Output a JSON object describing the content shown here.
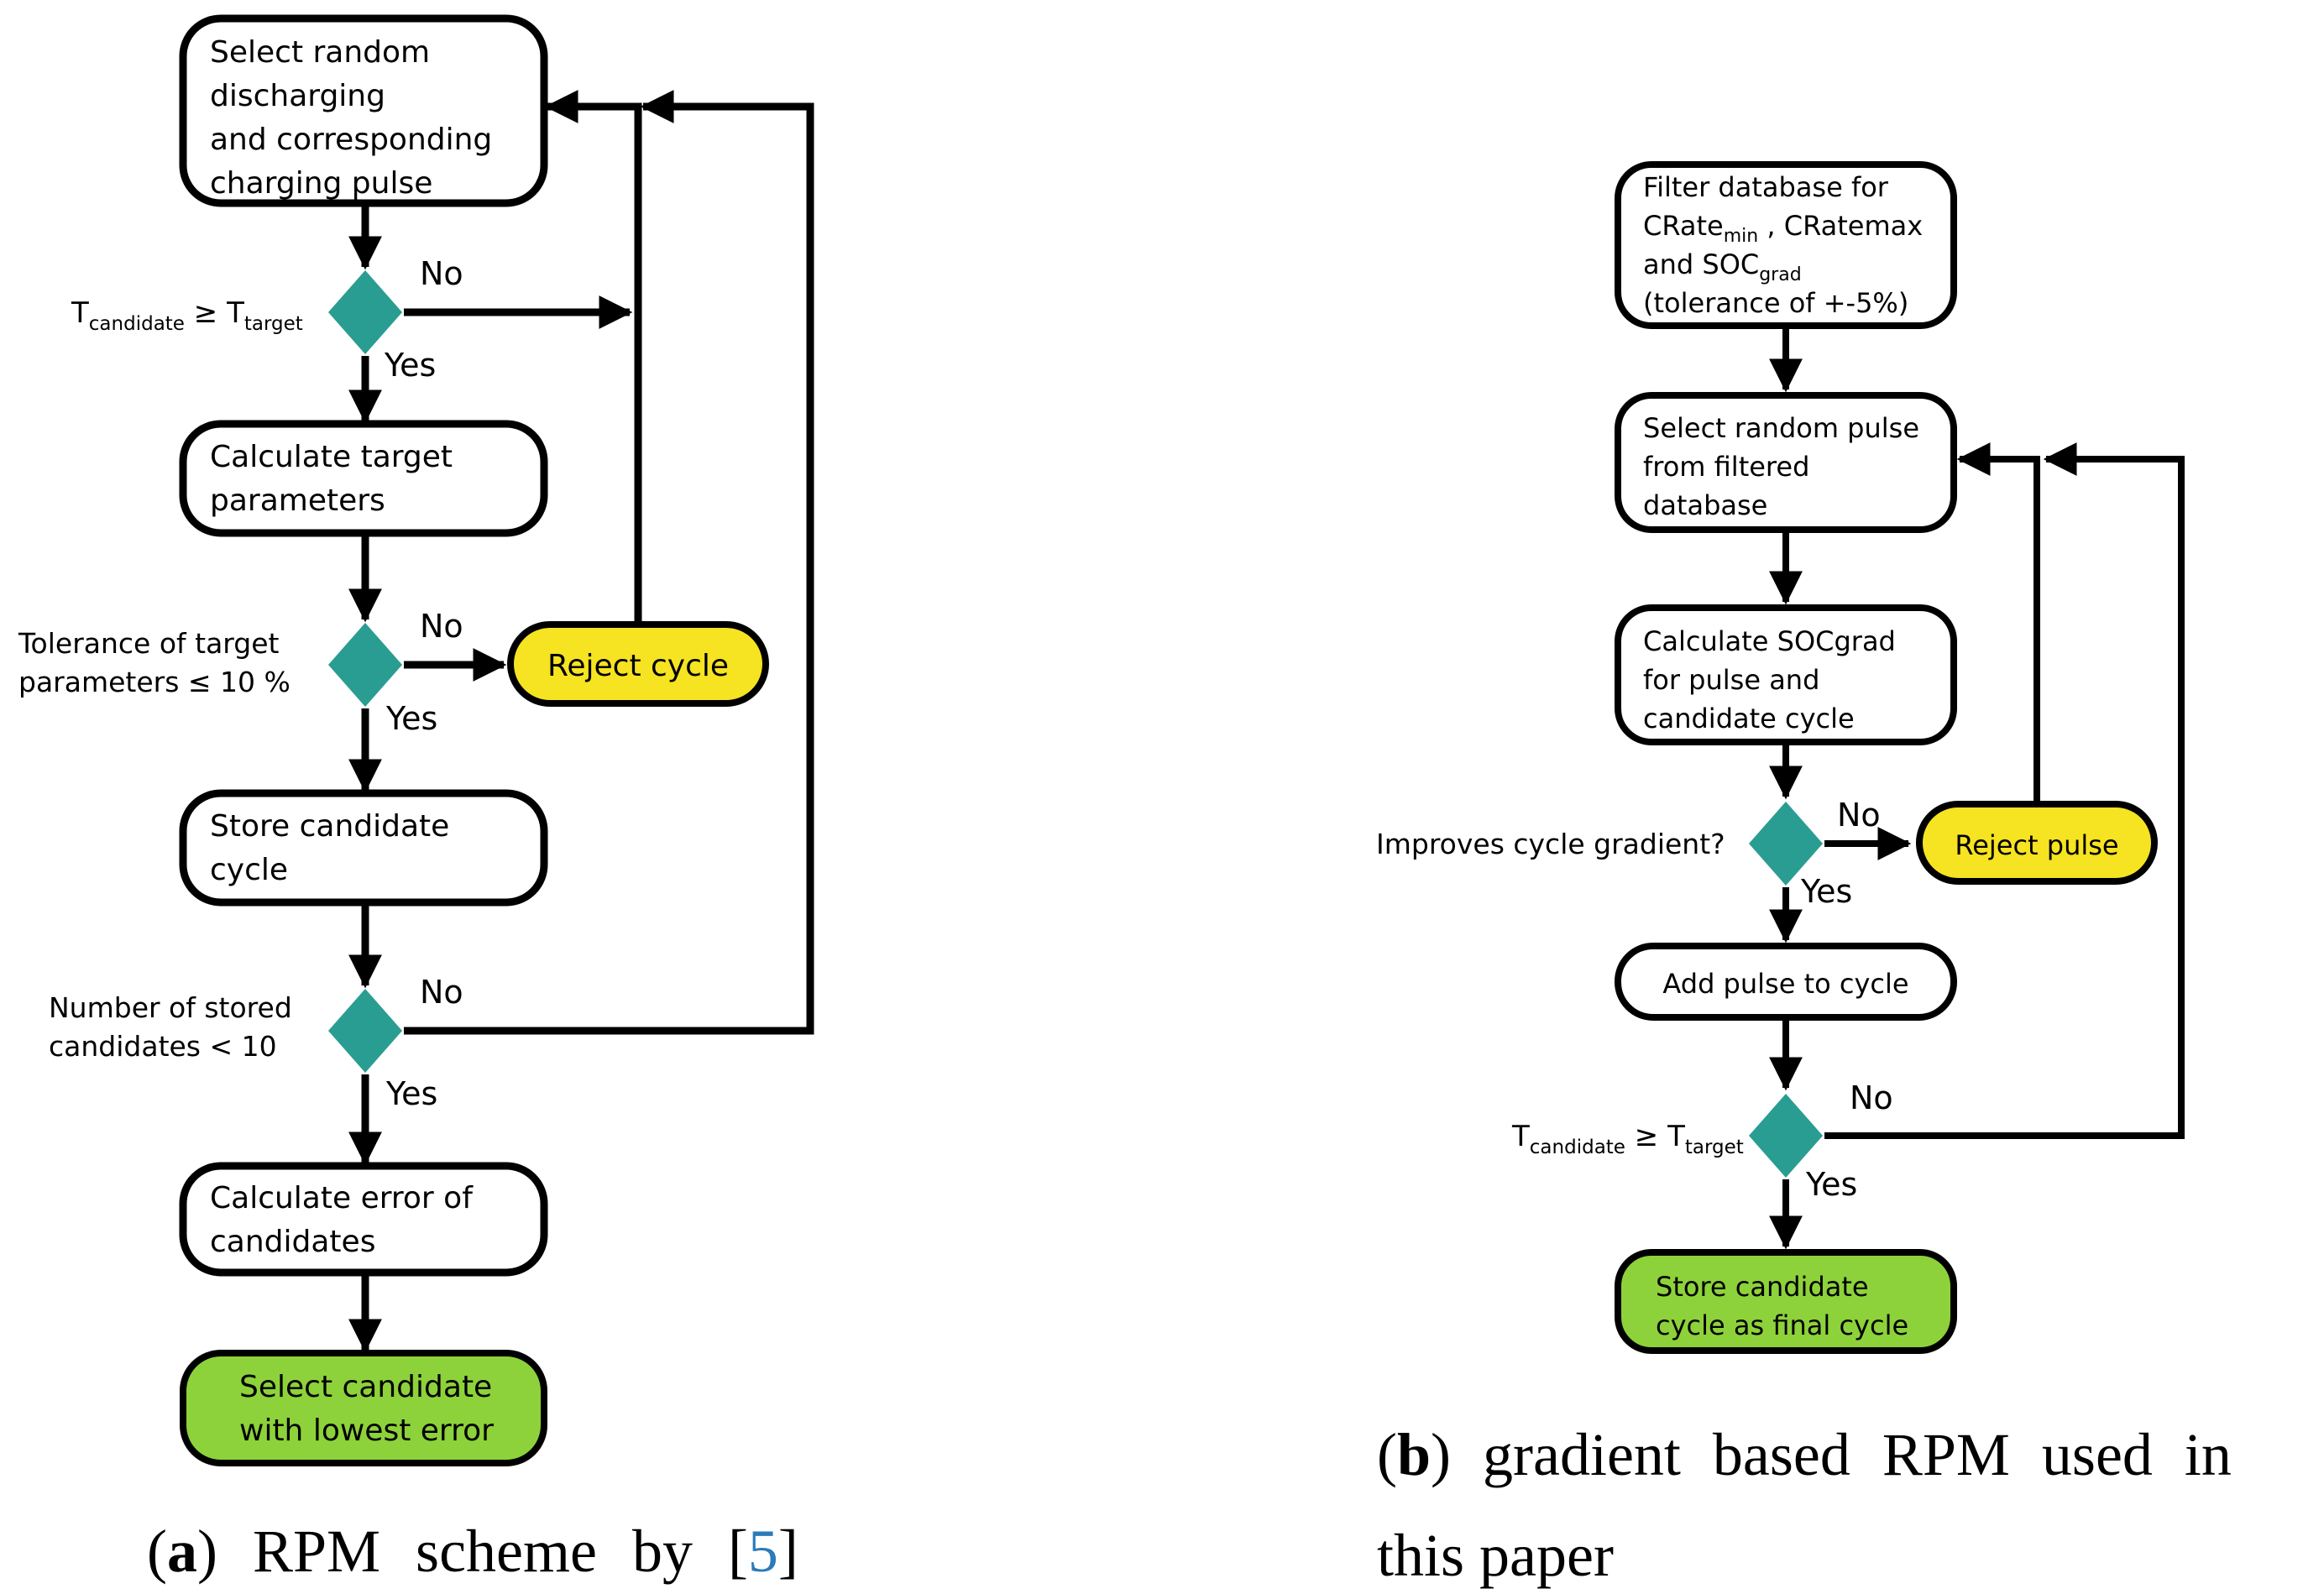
{
  "colors": {
    "teal": "#2a9d92",
    "yellow": "#f6e321",
    "green": "#8dd23a",
    "citation_blue": "#2b7bb9",
    "line": "#000000"
  },
  "edge_labels": {
    "no": "No",
    "yes": "Yes"
  },
  "flowchart_a": {
    "nodes": {
      "select_random": {
        "lines": [
          "Select random",
          "discharging",
          "and corresponding",
          "charging pulse"
        ]
      },
      "calculate_target": {
        "lines": [
          "Calculate target",
          "parameters"
        ]
      },
      "reject_cycle": {
        "label": "Reject cycle"
      },
      "store_candidate": {
        "lines": [
          "Store candidate",
          "cycle"
        ]
      },
      "calculate_error": {
        "lines": [
          "Calculate error of",
          "candidates"
        ]
      },
      "select_lowest": {
        "lines": [
          "Select candidate",
          "with lowest error"
        ]
      }
    },
    "decisions": {
      "temp_reached": {
        "t1": "T",
        "sub1": "candidate",
        "op": " ≥ ",
        "t2": "T",
        "sub2": "target"
      },
      "tolerance": {
        "lines": [
          "Tolerance of target",
          "parameters ≤ 10 %"
        ]
      },
      "stored_count": {
        "lines": [
          "Number of stored",
          "candidates < 10"
        ]
      }
    },
    "caption": {
      "open": "(",
      "letter": "a",
      "mid": ") RPM scheme by [",
      "cite": "5",
      "close": "]"
    }
  },
  "flowchart_b": {
    "nodes": {
      "filter_database": {
        "line1": "Filter database for",
        "l2a": "CRate",
        "l2sub": "min",
        "l2b": " , CRatemax",
        "l3a": "and SOC",
        "l3sub": "grad",
        "line4": "(tolerance of +-5%)"
      },
      "select_pulse": {
        "lines": [
          "Select random pulse",
          "from filtered",
          "database"
        ]
      },
      "calculate_soc": {
        "lines": [
          "Calculate SOCgrad",
          "for pulse and",
          "candidate cycle"
        ]
      },
      "reject_pulse": {
        "label": "Reject pulse"
      },
      "add_pulse": {
        "label": "Add pulse to cycle"
      },
      "store_final": {
        "lines": [
          "Store candidate",
          "cycle as final cycle"
        ]
      }
    },
    "decisions": {
      "improves": {
        "label": "Improves cycle gradient?"
      },
      "temp_reached": {
        "t1": "T",
        "sub1": "candidate",
        "op": " ≥ ",
        "t2": "T",
        "sub2": "target"
      }
    },
    "caption": {
      "open": "(",
      "letter": "b",
      "line1_rest": ") gradient based RPM used in",
      "line2": "this paper"
    }
  }
}
